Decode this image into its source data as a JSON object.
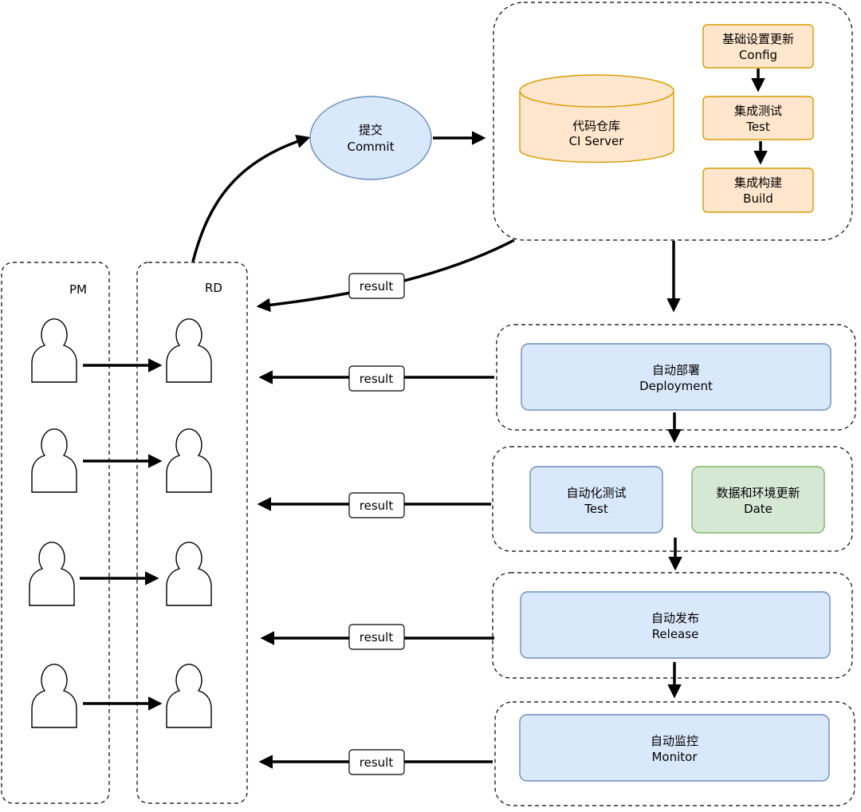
{
  "colors": {
    "orange_fill": "#ffe6cc",
    "orange_stroke": "#d79b00",
    "blue_fill": "#dae8fc",
    "blue_stroke": "#6c8ebf",
    "green_fill": "#d5e8d4",
    "green_stroke": "#82b366"
  },
  "lanes": {
    "pm": "PM",
    "rd": "RD"
  },
  "commit": {
    "cn": "提交",
    "en": "Commit"
  },
  "repo": {
    "cn": "代码仓库",
    "en": "CI Server"
  },
  "ci_steps": {
    "config": {
      "cn": "基础设置更新",
      "en": "Config"
    },
    "test": {
      "cn": "集成测试",
      "en": "Test"
    },
    "build": {
      "cn": "集成构建",
      "en": "Build"
    }
  },
  "deployment": {
    "cn": "自动部署",
    "en": "Deployment"
  },
  "autotest": {
    "cn": "自动化测试",
    "en": "Test"
  },
  "data_update": {
    "cn": "数据和环境更新",
    "en": "Date"
  },
  "release": {
    "cn": "自动发布",
    "en": "Release"
  },
  "monitor": {
    "cn": "自动监控",
    "en": "Monitor"
  },
  "result_label": "result",
  "icons": {
    "person": "person-icon"
  }
}
